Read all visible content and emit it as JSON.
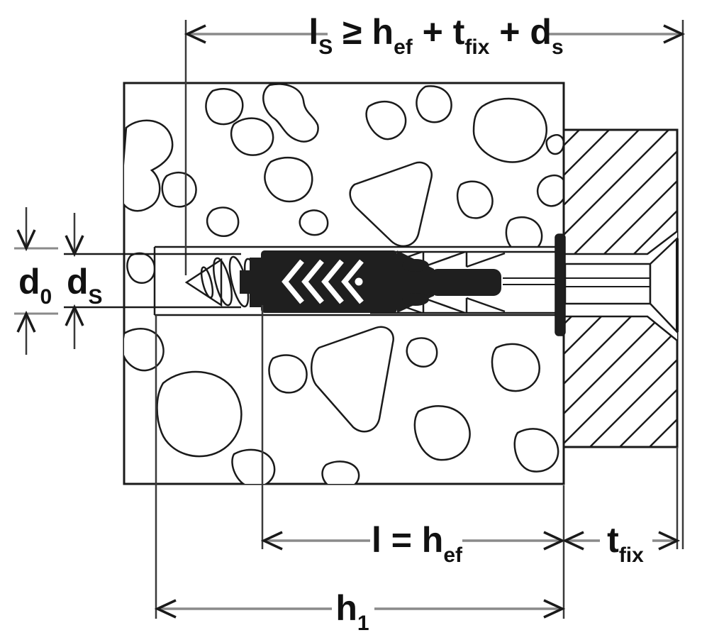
{
  "diagram": {
    "title": "Anchor installation cross-section",
    "labels": {
      "screw_length": {
        "t1": "l",
        "t2": "S",
        "t3": " ≥ ",
        "t4": "h",
        "t5": "ef",
        "t6": " + ",
        "t7": "t",
        "t8": "fix",
        "t9": " + ",
        "t10": "d",
        "t11": "s"
      },
      "hole_diameter": {
        "t1": "d",
        "t2": "0"
      },
      "screw_diameter": {
        "t1": "d",
        "t2": "S"
      },
      "embedment_depth": {
        "t1": "l = h",
        "t2": "ef"
      },
      "fixture_thickness": {
        "t1": "t",
        "t2": "fix"
      },
      "hole_depth": {
        "t1": "h",
        "t2": "1"
      }
    },
    "colors": {
      "line": "#1a1a1a",
      "dimension_line": "#8a8a8a",
      "extension_line": "#3a3a3a",
      "plug_fill": "#1f1f1f",
      "background": "#ffffff"
    }
  }
}
